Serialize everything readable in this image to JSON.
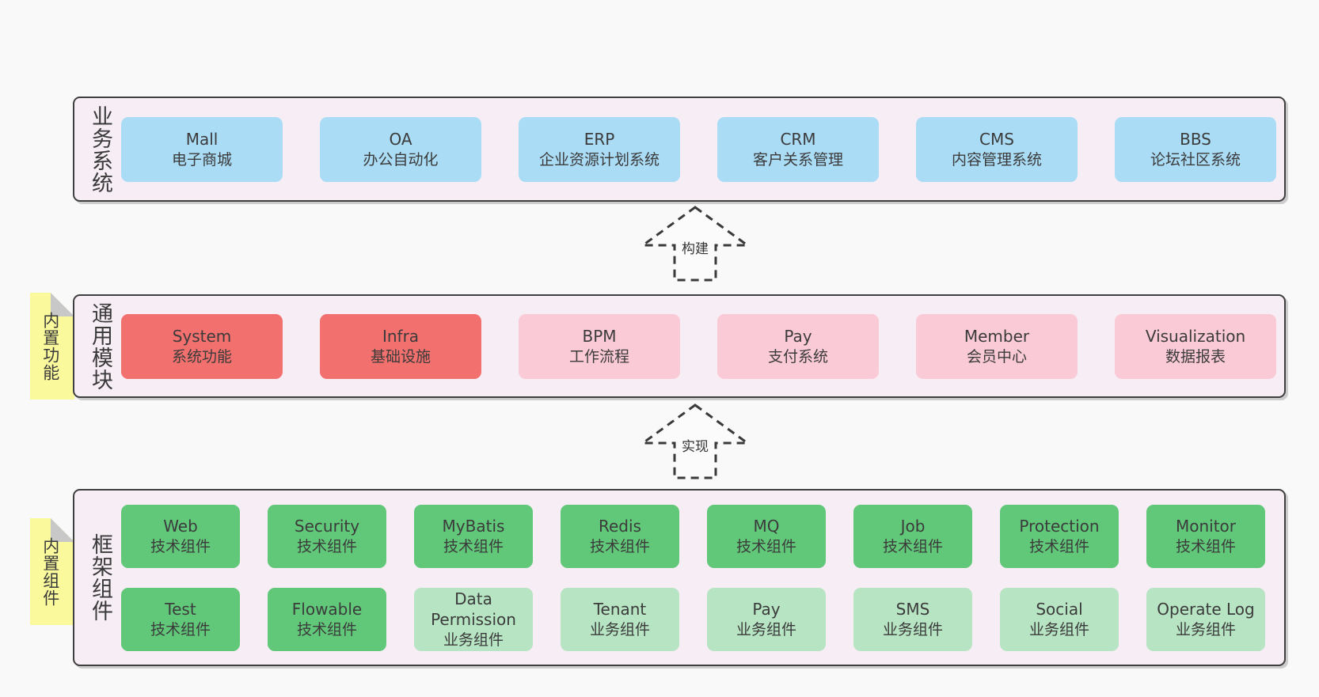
{
  "page": {
    "background": "#f9f9f9",
    "text_color": "#3a3a3a"
  },
  "colors": {
    "blue": "#abdcf6",
    "red": "#f2706e",
    "pink": "#facad6",
    "green_dark": "#61c87a",
    "green_light": "#b7e4c2",
    "band_bg": "#f7edf5",
    "band_border": "#3f3f3f",
    "sticky_yellow": "#fafa9d",
    "sticky_fold_gray": "#c8c8c8"
  },
  "arrows": [
    {
      "label": "构建"
    },
    {
      "label": "实现"
    }
  ],
  "bands": [
    {
      "label": "业务系统",
      "sticky": null,
      "rows": [
        [
          {
            "en": "Mall",
            "zh": "电子商城",
            "color": "blue"
          },
          {
            "en": "OA",
            "zh": "办公自动化",
            "color": "blue"
          },
          {
            "en": "ERP",
            "zh": "企业资源计划系统",
            "color": "blue"
          },
          {
            "en": "CRM",
            "zh": "客户关系管理",
            "color": "blue"
          },
          {
            "en": "CMS",
            "zh": "内容管理系统",
            "color": "blue"
          },
          {
            "en": "BBS",
            "zh": "论坛社区系统",
            "color": "blue"
          }
        ]
      ]
    },
    {
      "label": "通用模块",
      "sticky": "内置功能",
      "rows": [
        [
          {
            "en": "System",
            "zh": "系统功能",
            "color": "red"
          },
          {
            "en": "Infra",
            "zh": "基础设施",
            "color": "red"
          },
          {
            "en": "BPM",
            "zh": "工作流程",
            "color": "pink"
          },
          {
            "en": "Pay",
            "zh": "支付系统",
            "color": "pink"
          },
          {
            "en": "Member",
            "zh": "会员中心",
            "color": "pink"
          },
          {
            "en": "Visualization",
            "zh": "数据报表",
            "color": "pink"
          }
        ]
      ]
    },
    {
      "label": "框架组件",
      "sticky": "内置组件",
      "rows": [
        [
          {
            "en": "Web",
            "zh": "技术组件",
            "color": "green_dark"
          },
          {
            "en": "Security",
            "zh": "技术组件",
            "color": "green_dark"
          },
          {
            "en": "MyBatis",
            "zh": "技术组件",
            "color": "green_dark"
          },
          {
            "en": "Redis",
            "zh": "技术组件",
            "color": "green_dark"
          },
          {
            "en": "MQ",
            "zh": "技术组件",
            "color": "green_dark"
          },
          {
            "en": "Job",
            "zh": "技术组件",
            "color": "green_dark"
          },
          {
            "en": "Protection",
            "zh": "技术组件",
            "color": "green_dark"
          },
          {
            "en": "Monitor",
            "zh": "技术组件",
            "color": "green_dark"
          }
        ],
        [
          {
            "en": "Test",
            "zh": "技术组件",
            "color": "green_dark"
          },
          {
            "en": "Flowable",
            "zh": "技术组件",
            "color": "green_dark"
          },
          {
            "en": "Data Permission",
            "zh": "业务组件",
            "color": "green_light"
          },
          {
            "en": "Tenant",
            "zh": "业务组件",
            "color": "green_light"
          },
          {
            "en": "Pay",
            "zh": "业务组件",
            "color": "green_light"
          },
          {
            "en": "SMS",
            "zh": "业务组件",
            "color": "green_light"
          },
          {
            "en": "Social",
            "zh": "业务组件",
            "color": "green_light"
          },
          {
            "en": "Operate Log",
            "zh": "业务组件",
            "color": "green_light"
          }
        ]
      ]
    }
  ]
}
